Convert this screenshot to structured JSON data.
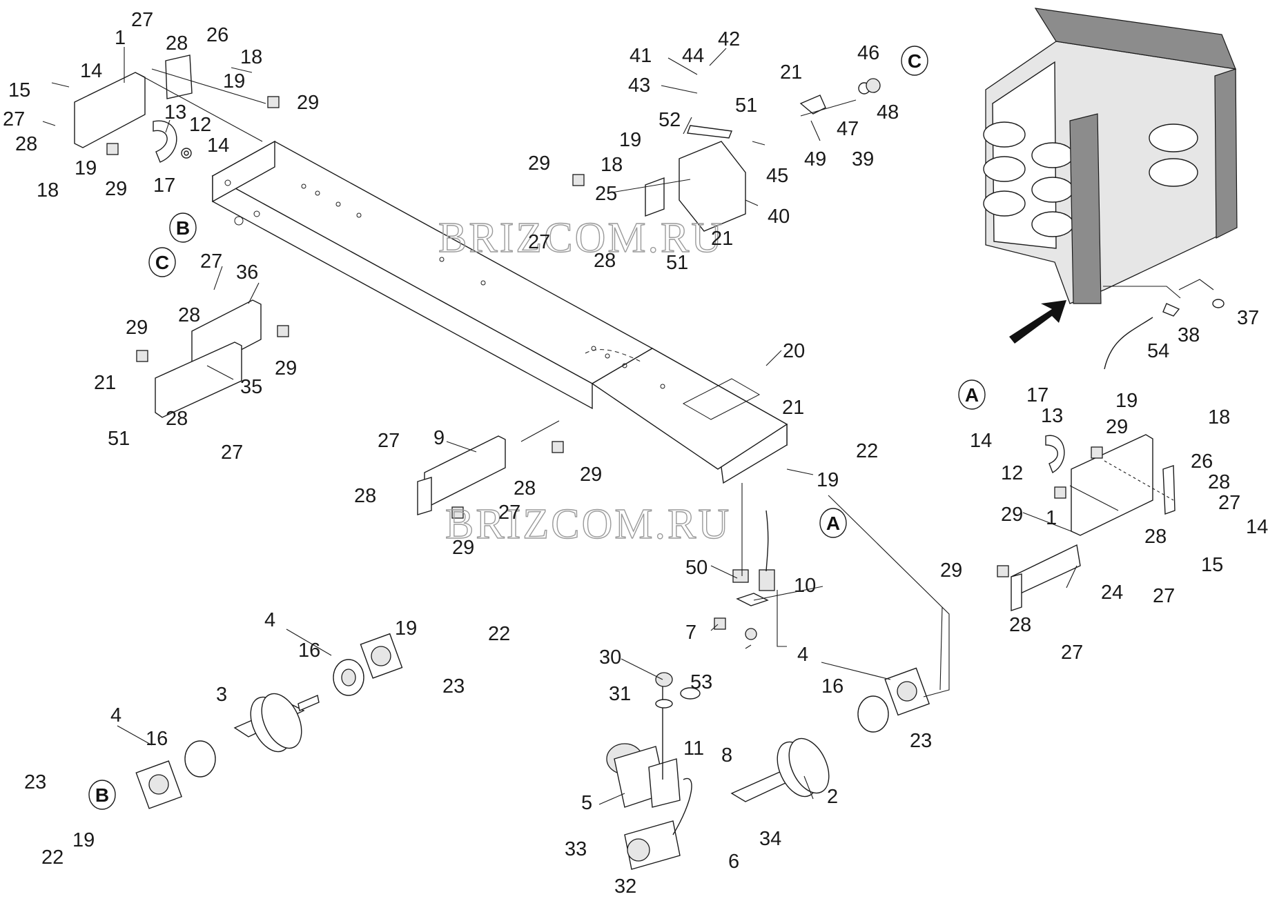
{
  "watermarks": [
    "BRIZCOM.RU",
    "BRIZCOM.RU"
  ],
  "circle_markers": [
    "B",
    "C",
    "C",
    "A",
    "A",
    "B"
  ],
  "callouts": [
    "1",
    "27",
    "28",
    "26",
    "18",
    "19",
    "29",
    "15",
    "14",
    "13",
    "12",
    "14",
    "27",
    "28",
    "19",
    "29",
    "18",
    "17",
    "42",
    "41",
    "44",
    "43",
    "21",
    "46",
    "51",
    "52",
    "47",
    "48",
    "19",
    "18",
    "25",
    "29",
    "45",
    "49",
    "39",
    "40",
    "21",
    "51",
    "27",
    "28",
    "27",
    "36",
    "28",
    "29",
    "29",
    "21",
    "35",
    "28",
    "51",
    "27",
    "20",
    "21",
    "22",
    "19",
    "27",
    "9",
    "28",
    "28",
    "27",
    "29",
    "29",
    "17",
    "14",
    "13",
    "19",
    "18",
    "29",
    "12",
    "26",
    "28",
    "27",
    "29",
    "1",
    "28",
    "14",
    "15",
    "29",
    "24",
    "27",
    "28",
    "27",
    "37",
    "38",
    "54",
    "50",
    "10",
    "7",
    "4",
    "16",
    "19",
    "22",
    "23",
    "3",
    "4",
    "16",
    "23",
    "19",
    "22",
    "30",
    "53",
    "31",
    "4",
    "16",
    "23",
    "11",
    "8",
    "5",
    "2",
    "34",
    "33",
    "6",
    "32"
  ],
  "colors": {
    "line": "#1a1a1a",
    "watermark": "#9a9a9a",
    "background": "#ffffff"
  }
}
